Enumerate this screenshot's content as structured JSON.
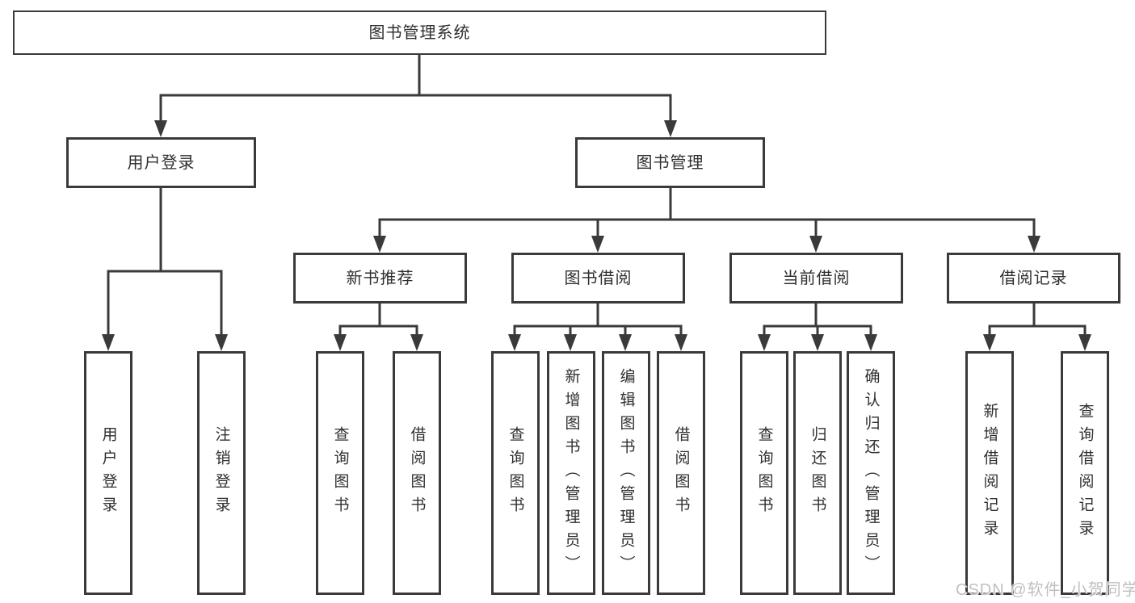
{
  "chart": {
    "root": {
      "label": "图书管理系统"
    },
    "branches": [
      {
        "label": "用户登录",
        "leaves": [
          {
            "label": "用户登录"
          },
          {
            "label": "注销登录"
          }
        ]
      },
      {
        "label": "图书管理",
        "groups": [
          {
            "label": "新书推荐",
            "leaves": [
              {
                "label": "查询图书"
              },
              {
                "label": "借阅图书"
              }
            ]
          },
          {
            "label": "图书借阅",
            "leaves": [
              {
                "label": "查询图书"
              },
              {
                "label": "新增图书（管理员）"
              },
              {
                "label": "编辑图书（管理员）"
              },
              {
                "label": "借阅图书"
              }
            ]
          },
          {
            "label": "当前借阅",
            "leaves": [
              {
                "label": "查询图书"
              },
              {
                "label": "归还图书"
              },
              {
                "label": "确认归还（管理员）"
              }
            ]
          },
          {
            "label": "借阅记录",
            "leaves": [
              {
                "label": "新增借阅记录"
              },
              {
                "label": "查询借阅记录"
              }
            ]
          }
        ]
      }
    ],
    "watermark": "CSDN @软件_小贺同学",
    "colors": {
      "line": "#3a3a3a",
      "text": "#2f2f2f",
      "watermark": "#c0c0c0",
      "background": "#ffffff"
    }
  }
}
